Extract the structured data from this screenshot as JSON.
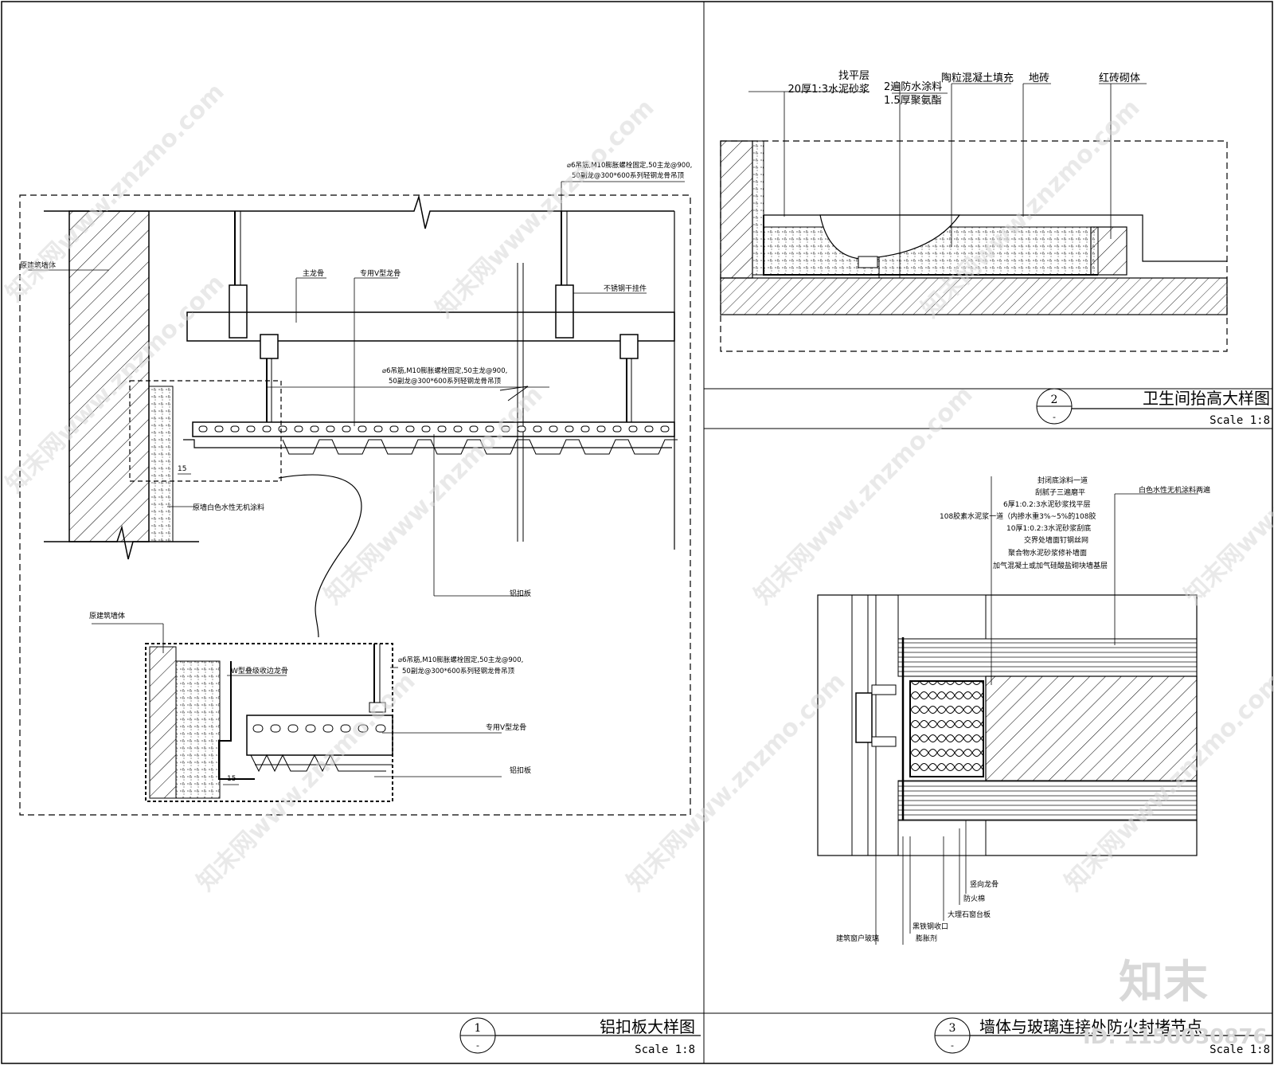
{
  "watermark": {
    "text": "知末网www.znzmo.com",
    "brand": "知末",
    "id_text": "ID: 1150030876"
  },
  "panel1": {
    "title": "铝扣板大样图",
    "number": "1",
    "scale": "Scale 1:8",
    "labels": {
      "wall": "原建筑墙体",
      "main_keel": "主龙骨",
      "v_keel": "专用V型龙骨",
      "hanger": "不锈钢干挂件",
      "spec_top_1": "⌀6吊筋,M10膨胀螺栓固定,50主龙@900,",
      "spec_top_2": "50副龙@300*600系列轻钢龙骨吊顶",
      "spec_mid_1": "⌀6吊筋,M10膨胀螺栓固定,50主龙@900,",
      "spec_mid_2": "50副龙@300*600系列轻钢龙骨吊顶",
      "paint": "原墙白色水性无机涂料",
      "dim": "15",
      "panel": "铝扣板",
      "wall2": "原建筑墙体",
      "w_keel": "W型叠级收边龙骨",
      "spec_bot_1": "⌀6吊筋,M10膨胀螺栓固定,50主龙@900,",
      "spec_bot_2": "50副龙@300*600系列轻钢龙骨吊顶",
      "v_keel2": "专用V型龙骨",
      "panel2": "铝扣板",
      "dim2": "15"
    }
  },
  "panel2": {
    "title": "卫生间抬高大样图",
    "number": "2",
    "scale": "Scale 1:8",
    "labels": {
      "level_1": "找平层",
      "level_2": "20厚1:3水泥砂浆",
      "wp_1": "2遍防水涂料",
      "wp_2": "1.5厚聚氨酯",
      "fill": "陶粒混凝土填充",
      "tile": "地砖",
      "brick": "红砖砌体"
    }
  },
  "panel3": {
    "title": "墙体与玻璃连接处防火封堵节点",
    "number": "3",
    "scale": "Scale 1:8",
    "layers": [
      "封闭底涂料一道",
      "刮腻子三遍磨平",
      "6厚1:0.2:3水泥砂浆找平层",
      "108胶素水泥浆一道（内掺水重3%~5%的108胶",
      "10厚1:0.2:3水泥砂浆刮底",
      "交界处墙面钉钢丝网",
      "聚合物水泥砂浆修补墙面",
      "加气混凝土或加气硅酸盐砌块墙基层"
    ],
    "paint": "白色水性无机涂料两遍",
    "bottom": [
      "竖向龙骨",
      "防火棉",
      "大理石窗台板",
      "黑铁钢收口",
      "膨胀剂",
      "建筑窗户玻璃"
    ]
  }
}
